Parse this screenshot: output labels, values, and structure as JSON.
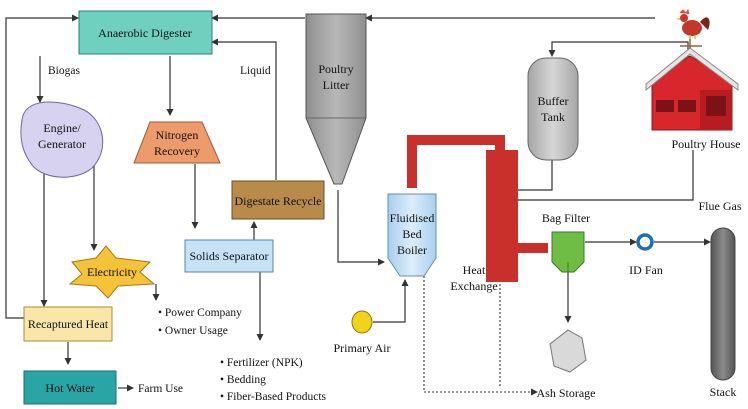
{
  "nodes": {
    "anaerobic_digester": "Anaerobic Digester",
    "biogas": "Biogas",
    "engine_line1": "Engine/",
    "engine_line2": "Generator",
    "nitrogen_line1": "Nitrogen",
    "nitrogen_line2": "Recovery",
    "liquid": "Liquid",
    "poultry_litter_line1": "Poultry",
    "poultry_litter_line2": "Litter",
    "digestate_recycle": "Digestate Recycle",
    "solids_separator": "Solids Separator",
    "electricity": "Electricity",
    "recaptured_heat": "Recaptured Heat",
    "hot_water": "Hot Water",
    "farm_use": "Farm Use",
    "boiler_line1": "Fluidised",
    "boiler_line2": "Bed",
    "boiler_line3": "Boiler",
    "heat_exchange_line1": "Heat",
    "heat_exchange_line2": "Exchange",
    "buffer_line1": "Buffer",
    "buffer_line2": "Tank",
    "bag_filter": "Bag Filter",
    "id_fan": "ID Fan",
    "flue_gas": "Flue Gas",
    "stack": "Stack",
    "poultry_house": "Poultry House",
    "primary_air": "Primary Air",
    "ash_storage": "Ash Storage"
  },
  "electricity_uses": [
    "Power Company",
    "Owner Usage"
  ],
  "solid_products": [
    "Fertilizer (NPK)",
    "Bedding",
    "Fiber-Based Products"
  ],
  "colors": {
    "digester": "#6fd0c0",
    "engine": "#d7d2ef",
    "nitrogen": "#ee9b6b",
    "digestate": "#b88b4a",
    "solids": "#c8e2f5",
    "electricity": "#f5c33a",
    "recaptured": "#f8e7a8",
    "hot_water": "#29a5a6",
    "litter_silo": "#a7a7a7",
    "boiler": "#c7e1f6",
    "heat_exchanger": "#c9302c",
    "buffer_tank": "#bdbdbd",
    "bag_filter": "#6fbd45",
    "id_fan": "#1f6fb3",
    "stack": "#6e6e6e",
    "primary_air": "#f1d21c",
    "ash": "#d9d9d9",
    "house": "#d7262c"
  }
}
